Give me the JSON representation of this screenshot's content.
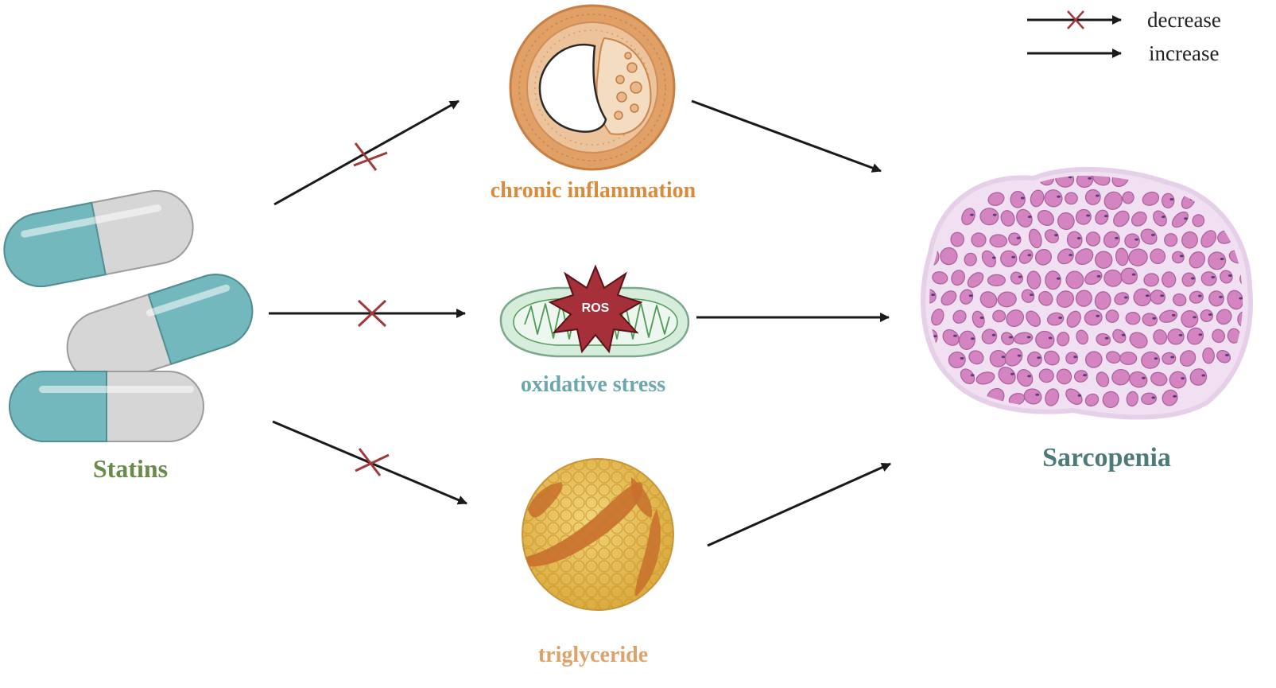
{
  "legend": {
    "decrease_label": "decrease",
    "increase_label": "increase"
  },
  "nodes": {
    "statins": "Statins",
    "chronic_inflammation": "chronic inflammation",
    "oxidative_stress": "oxidative stress",
    "ros": "ROS",
    "triglyceride": "triglyceride",
    "sarcopenia": "Sarcopenia"
  },
  "edges": [
    {
      "from": "Statins",
      "to": "chronic inflammation",
      "effect": "decrease"
    },
    {
      "from": "Statins",
      "to": "oxidative stress",
      "effect": "decrease"
    },
    {
      "from": "Statins",
      "to": "triglyceride",
      "effect": "decrease"
    },
    {
      "from": "chronic inflammation",
      "to": "Sarcopenia",
      "effect": "increase"
    },
    {
      "from": "oxidative stress",
      "to": "Sarcopenia",
      "effect": "increase"
    },
    {
      "from": "triglyceride",
      "to": "Sarcopenia",
      "effect": "increase"
    }
  ],
  "colors": {
    "arrow": "#1a1a1a",
    "decrease_mark": "#a03a3a",
    "statins_label": "#6a8a4a",
    "inflammation_label": "#d98a3a",
    "oxidative_label": "#6aa8ad",
    "triglyceride_label": "#dca26a",
    "sarcopenia_label": "#4e7a7a",
    "capsule_teal": "#73b8bd",
    "capsule_grey": "#d6d6d6",
    "ros_star": "#a5303a",
    "muscle_fiber": "#d484c0",
    "muscle_nucleus": "#5a3a7a"
  }
}
